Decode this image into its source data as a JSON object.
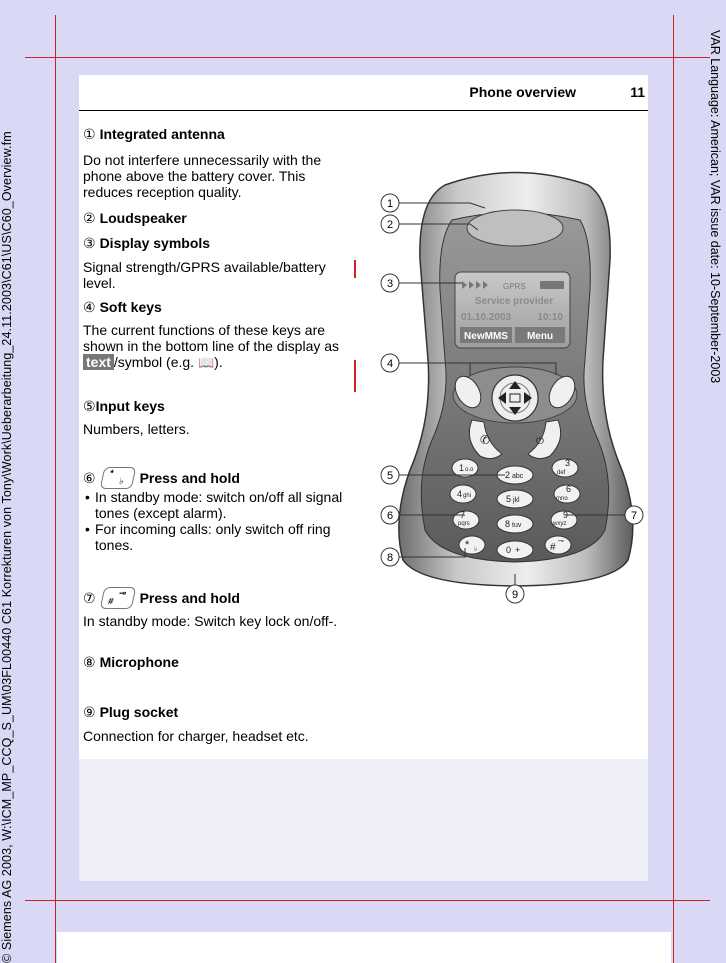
{
  "sidebar_left": "© Siemens AG 2003, W:\\ICM_MP_CCQ_S_UM\\03FL00440 C61 Korrekturen von Tony\\Work\\Ueberarbeitung_24.11.2003\\C61\\US\\C60_Overview.fm",
  "sidebar_right": "VAR Language: American; VAR issue date: 10-September-2003",
  "header": {
    "title": "Phone overview",
    "page_number": "11"
  },
  "items": [
    {
      "num": "①",
      "heading": "Integrated antenna",
      "body": "Do not interfere unnecessarily with the phone above the  battery cover. This reduces reception quality."
    },
    {
      "num": "②",
      "heading": "Loudspeaker"
    },
    {
      "num": "③",
      "heading": "Display symbols",
      "body": "Signal strength/GPRS available/battery level."
    },
    {
      "num": "④",
      "heading": "Soft keys",
      "body_before": "The current functions of these keys are shown in the bottom line of the display as ",
      "softkey": "text",
      "body_after": "/symbol (e.g. ",
      "body_end": ")."
    },
    {
      "num": "⑤",
      "heading": "Input keys",
      "body": "Numbers, letters."
    },
    {
      "num": "⑥",
      "heading": "Press and hold",
      "bullets": [
        "In standby mode: switch on/off all signal tones (except alarm).",
        "For incoming calls: only switch off ring tones."
      ]
    },
    {
      "num": "⑦",
      "heading": "Press and hold",
      "body": "In standby mode: Switch key lock on/off-."
    },
    {
      "num": "⑧",
      "heading": "Microphone"
    },
    {
      "num": "⑨",
      "heading": "Plug socket",
      "body": "Connection for charger, headset etc."
    }
  ],
  "phone": {
    "display": {
      "gprs": "GPRS",
      "provider": "Service provider",
      "date": "01.10.2003",
      "time": "10:10",
      "soft_left": "NewMMS",
      "soft_right": "Menu"
    },
    "keys": [
      {
        "main": "1",
        "sub": "o.o"
      },
      {
        "main": "2",
        "sub": "abc"
      },
      {
        "main": "3",
        "sub": "def"
      },
      {
        "main": "4",
        "sub": "ghi"
      },
      {
        "main": "5",
        "sub": "jkl"
      },
      {
        "main": "6",
        "sub": "mno"
      },
      {
        "main": "7",
        "sub": "pqrs"
      },
      {
        "main": "8",
        "sub": "tuv"
      },
      {
        "main": "9",
        "sub": "wxyz"
      },
      {
        "main": "*",
        "sub": ""
      },
      {
        "main": "0",
        "sub": "+"
      },
      {
        "main": "#",
        "sub": ""
      }
    ],
    "callouts": [
      "1",
      "2",
      "3",
      "4",
      "5",
      "6",
      "7",
      "8",
      "9"
    ]
  }
}
